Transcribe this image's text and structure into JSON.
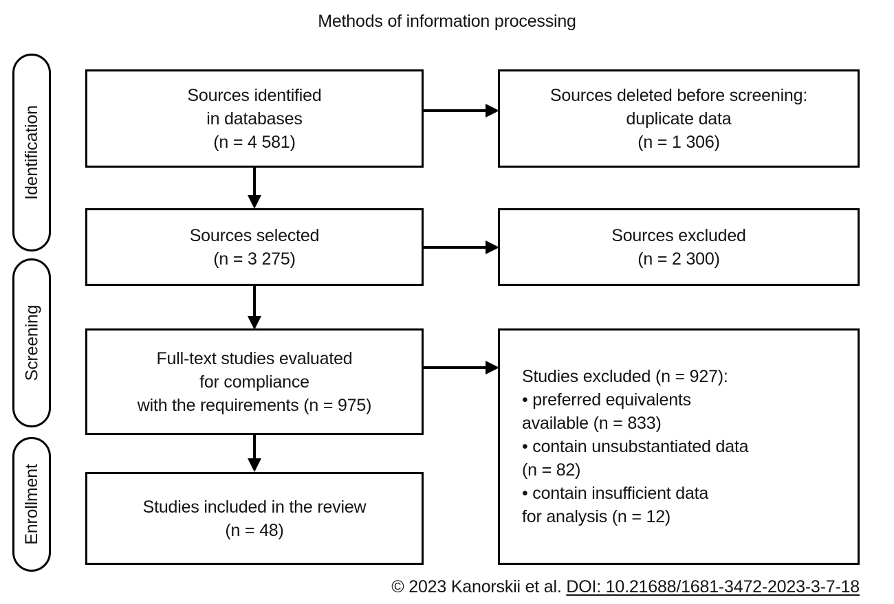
{
  "title": "Methods of information processing",
  "stages": [
    {
      "label": "Identification"
    },
    {
      "label": "Screening"
    },
    {
      "label": "Enrollment"
    }
  ],
  "boxes": {
    "identified": "Sources identified\nin databases\n(n = 4 581)",
    "deleted": "Sources deleted before screening:\nduplicate data\n(n = 1 306)",
    "selected": "Sources selected\n(n = 3 275)",
    "excluded_screening": "Sources excluded\n(n = 2 300)",
    "fulltext": "Full-text studies evaluated\nfor compliance\nwith the requirements (n = 975)",
    "excluded_fulltext": "Studies excluded (n = 927):\n  • preferred equivalents\navailable (n = 833)\n• contain unsubstantiated data\n(n = 82)\n• contain insufficient data\nfor analysis (n = 12)",
    "included": "Studies included in the review\n(n = 48)"
  },
  "flow_data": {
    "type": "prisma-flow",
    "title": "Methods of information processing",
    "stages": [
      "Identification",
      "Screening",
      "Enrollment"
    ],
    "nodes": [
      {
        "id": "identified",
        "stage": "Identification",
        "column": "left",
        "label": "Sources identified in databases",
        "n": 4581
      },
      {
        "id": "deleted",
        "stage": "Identification",
        "column": "right",
        "label": "Sources deleted before screening: duplicate data",
        "n": 1306
      },
      {
        "id": "selected",
        "stage": "Screening",
        "column": "left",
        "label": "Sources selected",
        "n": 3275
      },
      {
        "id": "excluded_screening",
        "stage": "Screening",
        "column": "right",
        "label": "Sources excluded",
        "n": 2300
      },
      {
        "id": "fulltext",
        "stage": "Screening",
        "column": "left",
        "label": "Full-text studies evaluated for compliance with the requirements",
        "n": 975
      },
      {
        "id": "excluded_fulltext",
        "stage": "Screening",
        "column": "right",
        "label": "Studies excluded",
        "n": 927,
        "reasons": [
          {
            "label": "preferred equivalents available",
            "n": 833
          },
          {
            "label": "contain unsubstantiated data",
            "n": 82
          },
          {
            "label": "contain insufficient data for analysis",
            "n": 12
          }
        ]
      },
      {
        "id": "included",
        "stage": "Enrollment",
        "column": "left",
        "label": "Studies included in the review",
        "n": 48
      }
    ],
    "edges": [
      {
        "from": "identified",
        "to": "deleted",
        "direction": "right"
      },
      {
        "from": "identified",
        "to": "selected",
        "direction": "down"
      },
      {
        "from": "selected",
        "to": "excluded_screening",
        "direction": "right"
      },
      {
        "from": "selected",
        "to": "fulltext",
        "direction": "down"
      },
      {
        "from": "fulltext",
        "to": "excluded_fulltext",
        "direction": "right"
      },
      {
        "from": "fulltext",
        "to": "included",
        "direction": "down"
      }
    ]
  },
  "footer": {
    "copyright": "© 2023 Kanorskii et al. ",
    "doi": "DOI: 10.21688/1681-3472-2023-3-7-18"
  },
  "colors": {
    "stroke": "#000000",
    "text": "#141414",
    "background": "#ffffff"
  }
}
